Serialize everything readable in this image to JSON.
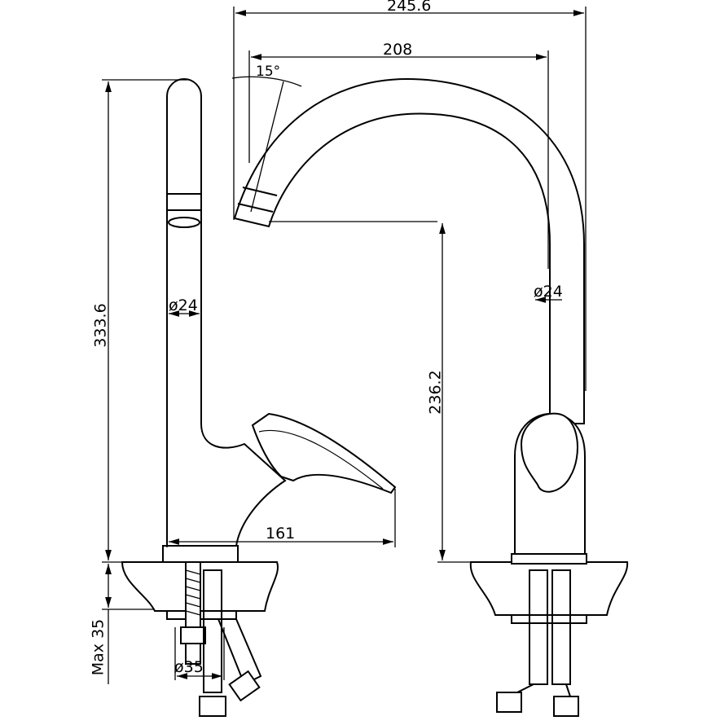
{
  "drawing": {
    "dimensions": {
      "overall_width": "245.6",
      "spout_reach": "208",
      "spout_angle": "15°",
      "overall_height": "333.6",
      "spout_height": "236.2",
      "left_pipe_diameter": "ø24",
      "right_pipe_diameter": "ø24",
      "handle_reach": "161",
      "max_counter_thickness": "Max 35",
      "mount_hole_diameter": "ø35"
    }
  }
}
